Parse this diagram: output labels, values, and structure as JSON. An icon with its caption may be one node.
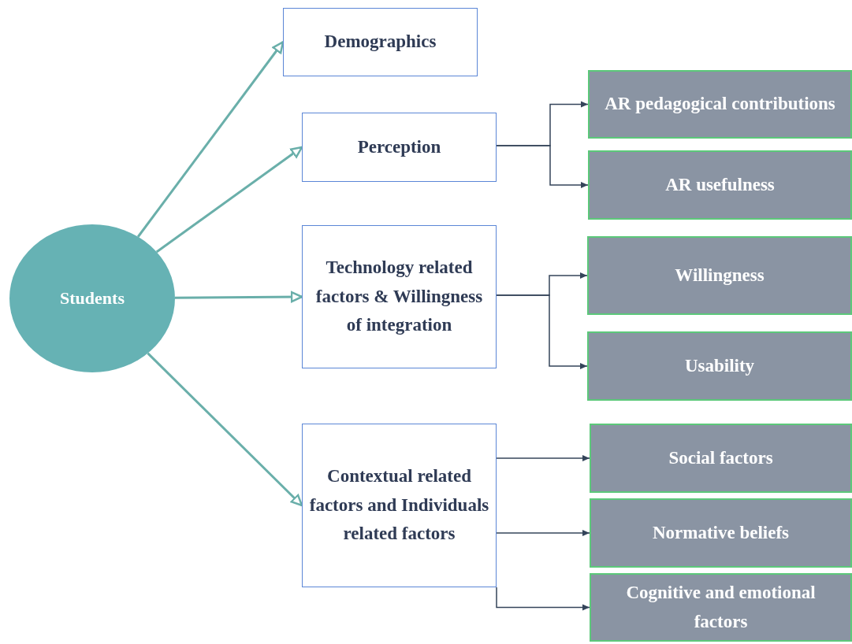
{
  "diagram": {
    "nodes": [
      {
        "text": [
          "Students"
        ]
      },
      {
        "text": [
          "Demographics"
        ]
      },
      {
        "text": [
          "Perception"
        ]
      },
      {
        "text": [
          "Technology related factors & Willingness of integration"
        ]
      },
      {
        "text": [
          "Contextual related factors and Individuals related factors"
        ]
      },
      {
        "text": [
          "AR pedagogical contributions"
        ]
      },
      {
        "text": [
          "AR usefulness"
        ]
      },
      {
        "text": [
          "Willingness"
        ]
      },
      {
        "text": [
          "Usability"
        ]
      },
      {
        "text": [
          "Social factors"
        ]
      },
      {
        "text": [
          "Normative beliefs"
        ]
      },
      {
        "text": [
          "Cognitive and emotional factors"
        ]
      }
    ],
    "edges": [
      {
        "from": 0,
        "to": 1,
        "arrow": "to",
        "color": "#6aafaa"
      },
      {
        "from": 0,
        "to": 2,
        "arrow": "to",
        "color": "#6aafaa"
      },
      {
        "from": 0,
        "to": 3,
        "arrow": "to",
        "color": "#6aafaa"
      },
      {
        "from": 0,
        "to": 4,
        "arrow": "to",
        "color": "#6aafaa"
      },
      {
        "from": 2,
        "to": 5,
        "arrow": "to"
      },
      {
        "from": 2,
        "to": 6,
        "arrow": "to"
      },
      {
        "from": 3,
        "to": 7,
        "arrow": "to"
      },
      {
        "from": 3,
        "to": 8,
        "arrow": "to"
      },
      {
        "from": 4,
        "to": 9,
        "arrow": "to"
      },
      {
        "from": 4,
        "to": 10,
        "arrow": "to"
      },
      {
        "from": 4,
        "to": 11,
        "arrow": "to"
      }
    ]
  }
}
